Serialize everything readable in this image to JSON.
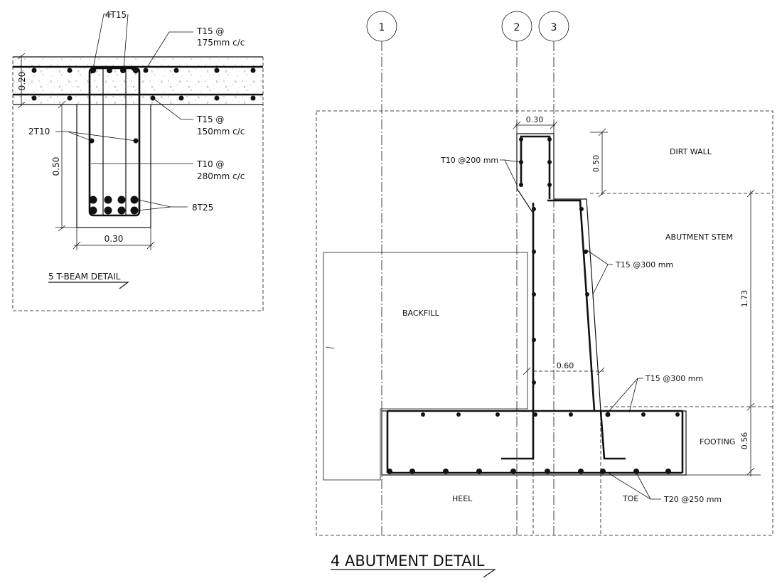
{
  "tbeam": {
    "title": "5 T-BEAM DETAIL",
    "labels": {
      "top_bars": "4T15",
      "slab_top_a": "T15 @",
      "slab_top_b": "175mm c/c",
      "slab_bot_a": "T15 @",
      "slab_bot_b": "150mm c/c",
      "side_bars": "2T10",
      "stirrup_a": "T10 @",
      "stirrup_b": "280mm c/c",
      "bottom_bars": "8T25"
    },
    "dims": {
      "slab_depth": "0.20",
      "web_depth": "0.50",
      "web_width": "0.30"
    }
  },
  "abutment": {
    "title": "4 ABUTMENT DETAIL",
    "grid": [
      "1",
      "2",
      "3"
    ],
    "labels": {
      "dirt_wall_bars": "T10 @200 mm",
      "dirt_wall": "DIRT WALL",
      "abutment_stem": "ABUTMENT STEM",
      "stem_bars": "T15 @300 mm",
      "backfill": "BACKFILL",
      "footing_top_bars": "T15 @300 mm",
      "footing": "FOOTING",
      "heel": "HEEL",
      "toe": "TOE",
      "footing_bot_bars": "T20 @250 mm"
    },
    "dims": {
      "dirt_wall_width": "0.30",
      "dirt_wall_height": "0.50",
      "stem_height": "1.73",
      "stem_base_width": "0.60",
      "footing_depth": "0.56"
    }
  }
}
